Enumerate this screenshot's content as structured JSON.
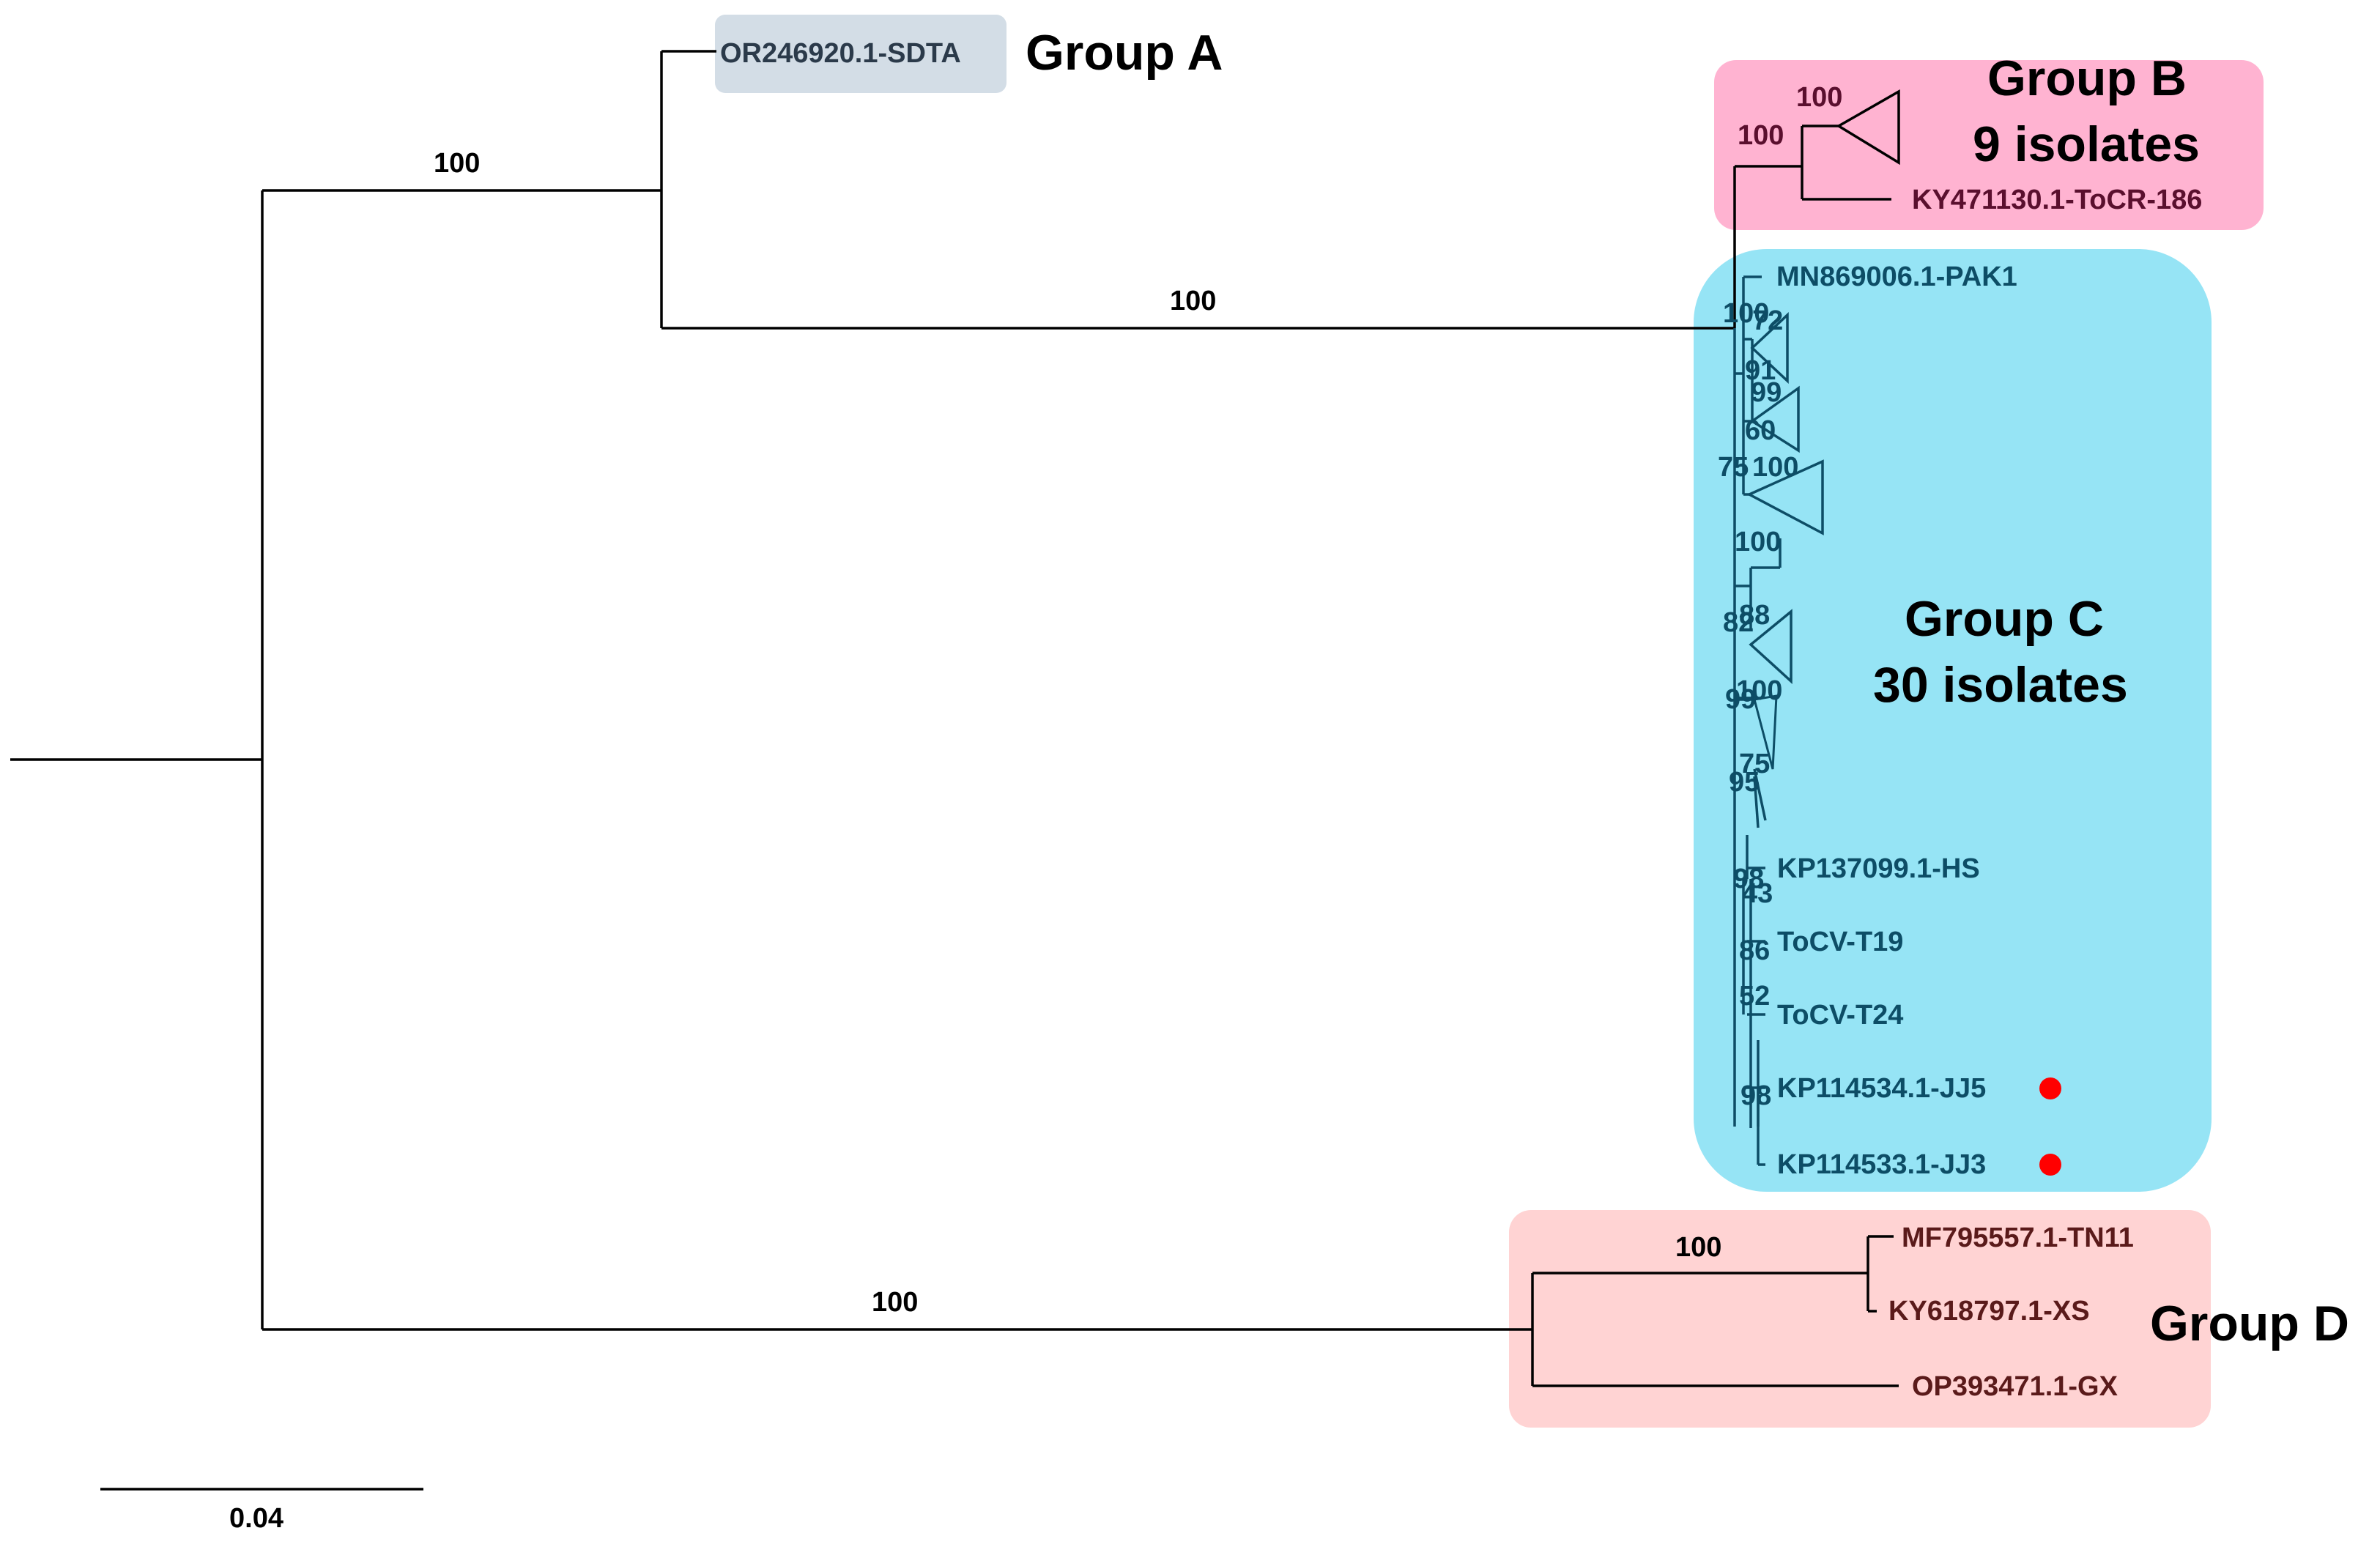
{
  "groups": {
    "a": {
      "label": "Group A",
      "color": "#d3dde6"
    },
    "b": {
      "label_line1": "Group B",
      "label_line2": "9 isolates",
      "color": "#ffb3d1"
    },
    "c": {
      "label_line1": "Group C",
      "label_line2": "30 isolates",
      "color": "#96e4f5"
    },
    "d": {
      "label": "Group D",
      "color": "#ffd3d3"
    }
  },
  "tips": {
    "sdta": "OR246920.1-SDTA",
    "tocr186": "KY471130.1-ToCR-186",
    "pak1": "MN869006.1-PAK1",
    "hs": "KP137099.1-HS",
    "t19": "ToCV-T19",
    "t24": "ToCV-T24",
    "jj5": "KP114534.1-JJ5",
    "jj3": "KP114533.1-JJ3",
    "tn11": "MF795557.1-TN11",
    "xs": "KY618797.1-XS",
    "gx": "OP393471.1-GX"
  },
  "bootstrap": {
    "root_ab": "100",
    "bcd_stem": "100",
    "d_stem": "100",
    "d_inner": "100",
    "b_clade": "100",
    "b_root": "100",
    "c_100a": "100",
    "c_72": "72",
    "c_91": "91",
    "c_99": "99",
    "c_60": "60",
    "c_75": "75",
    "c_100b": "100",
    "c_100c": "100",
    "c_82": "82",
    "c_88": "88",
    "c_99b": "99",
    "c_100d": "100",
    "c_75b": "75",
    "c_95": "95",
    "c_98": "98",
    "c_43": "43",
    "c_86": "86",
    "c_52": "52",
    "c_98b": "98"
  },
  "highlight_marker_color": "#ff0000",
  "scale_bar": {
    "label": "0.04"
  }
}
